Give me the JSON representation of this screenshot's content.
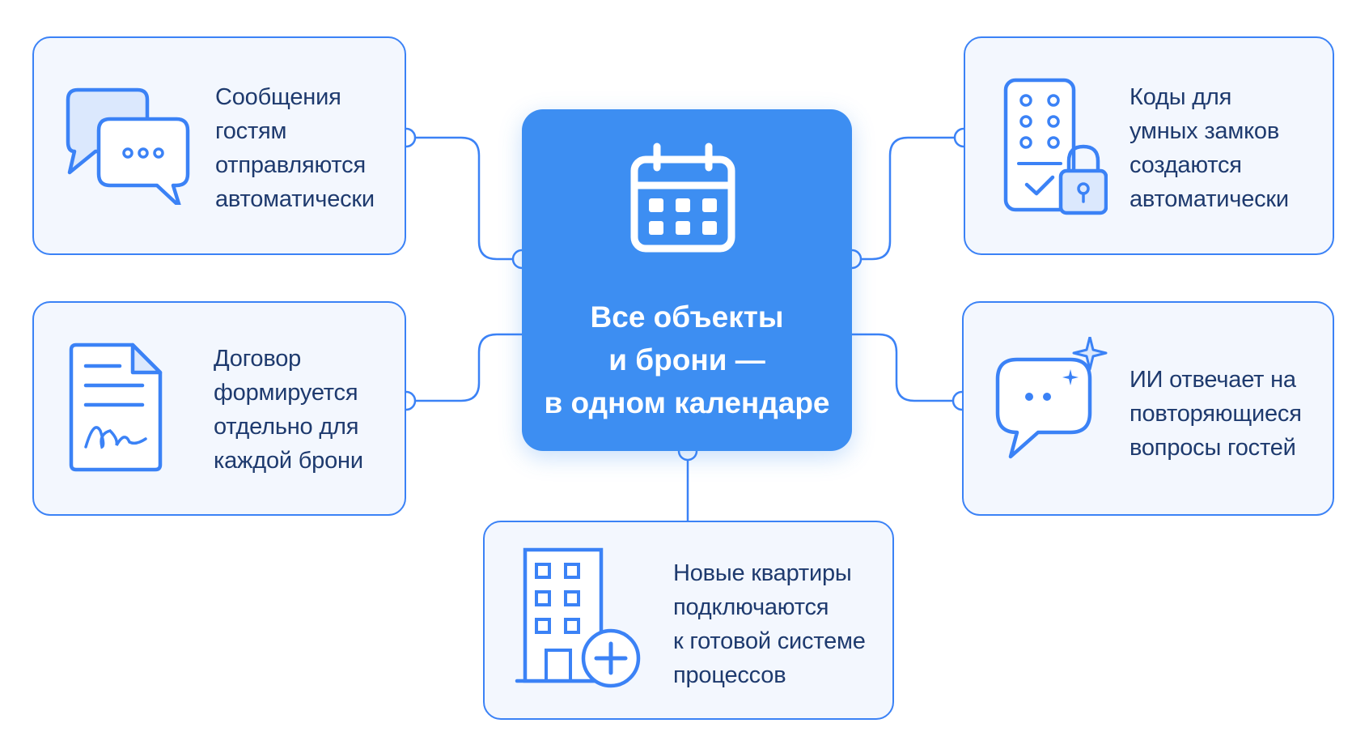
{
  "diagram": {
    "center": {
      "icon": "calendar-icon",
      "title_lines": [
        "Все объекты",
        "и брони —",
        "в одном календаре"
      ]
    },
    "cards": {
      "messages": {
        "icon": "chat-bubbles-icon",
        "lines": [
          "Сообщения",
          "гостям",
          "отправляются",
          "автоматически"
        ]
      },
      "contract": {
        "icon": "signed-document-icon",
        "lines": [
          "Договор",
          "формируется",
          "отдельно для",
          "каждой брони"
        ]
      },
      "lock_codes": {
        "icon": "keypad-lock-icon",
        "lines": [
          "Коды для",
          "умных замков",
          "создаются",
          "автоматически"
        ]
      },
      "ai": {
        "icon": "ai-chat-sparkle-icon",
        "lines": [
          "ИИ отвечает на",
          "повторяющиеся",
          "вопросы гостей"
        ]
      },
      "new_apartments": {
        "icon": "building-plus-icon",
        "lines": [
          "Новые квартиры",
          "подключаются",
          "к готовой системе",
          "процессов"
        ]
      }
    },
    "colors": {
      "accent": "#3b82f6",
      "center_fill": "#3d8ef2",
      "card_fill": "#f3f7fe",
      "text": "#1e3a6e",
      "icon_light_fill": "#dbe8fd"
    }
  }
}
